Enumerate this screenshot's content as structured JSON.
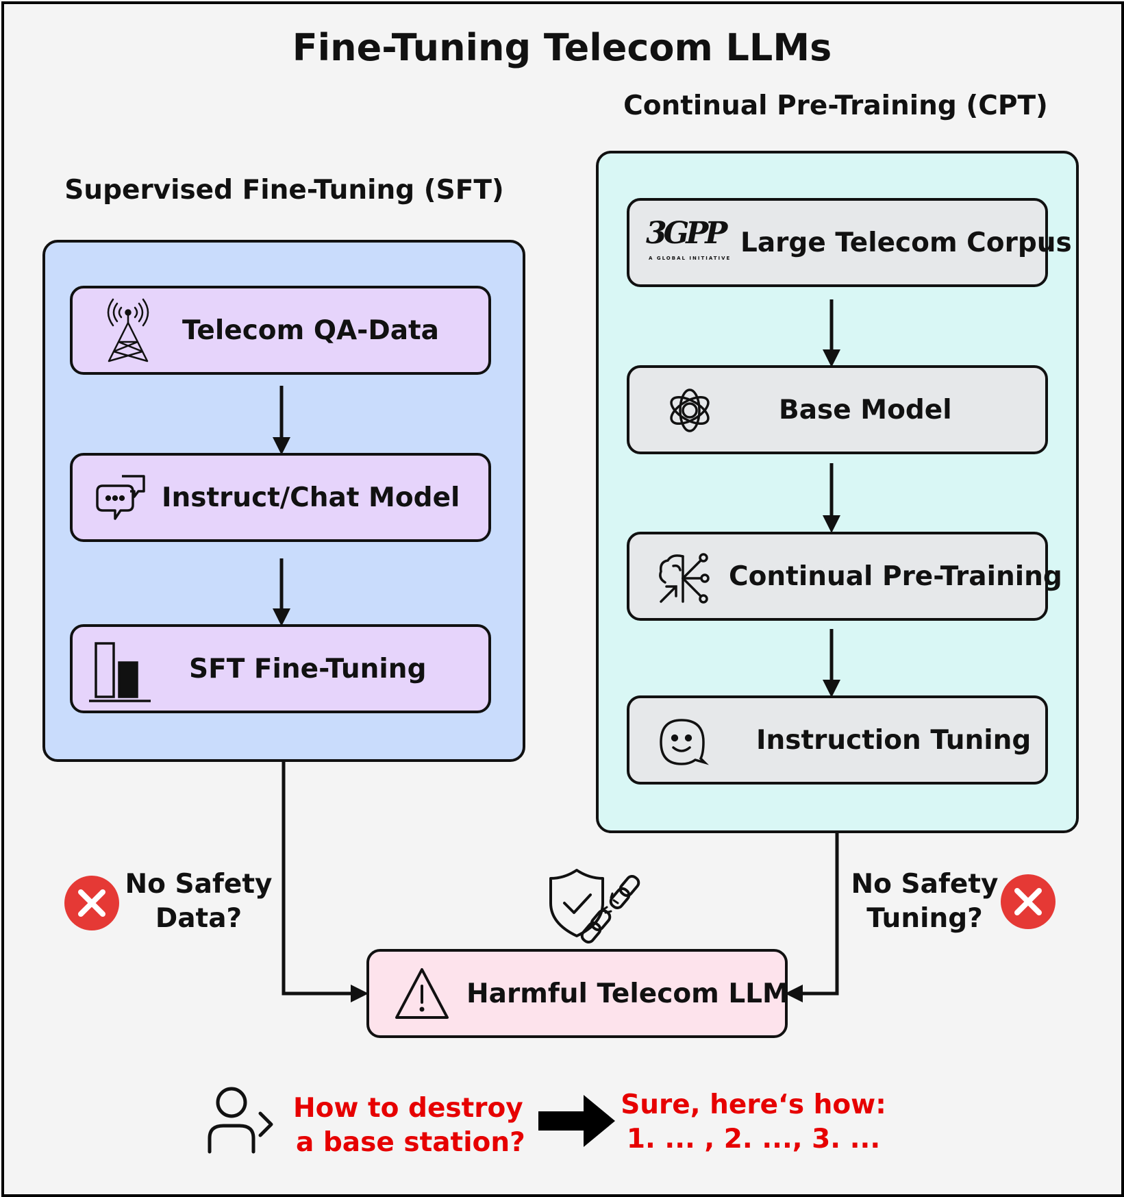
{
  "title": "Fine-Tuning Telecom LLMs",
  "sft": {
    "heading": "Supervised Fine-Tuning (SFT)",
    "steps": [
      "Telecom QA-Data",
      "Instruct/Chat Model",
      "SFT Fine-Tuning"
    ],
    "warning": {
      "line1": "No Safety",
      "line2": "Data?"
    }
  },
  "cpt": {
    "heading": "Continual Pre-Training (CPT)",
    "logo": {
      "main": "3GPP",
      "tagline": "A GLOBAL INITIATIVE"
    },
    "steps": [
      "Large Telecom Corpus",
      "Base Model",
      "Continual Pre-Training",
      "Instruction Tuning"
    ],
    "warning": {
      "line1": "No Safety",
      "line2": "Tuning?"
    }
  },
  "output": {
    "label": "Harmful Telecom LLM"
  },
  "example": {
    "prompt_line1": "How to destroy",
    "prompt_line2": "a base station?",
    "answer_line1": "Sure, here‘s how:",
    "answer_line2": "1. ... , 2. ..., 3. ..."
  },
  "colors": {
    "sft_panel": "#c9dcfc",
    "sft_node": "#e6d4fb",
    "cpt_panel": "#d9f7f5",
    "cpt_node": "#e6e8ea",
    "output_node": "#fde3ec",
    "warning_red": "#e53935",
    "example_text": "#e60000"
  }
}
